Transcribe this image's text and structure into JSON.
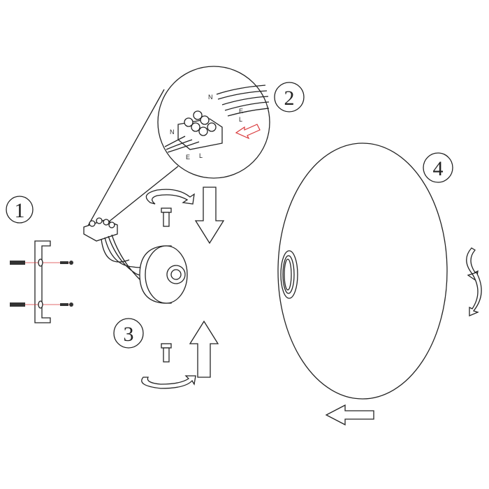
{
  "steps": [
    {
      "number": "1"
    },
    {
      "number": "2"
    },
    {
      "number": "3"
    },
    {
      "number": "4"
    }
  ],
  "wire_labels_inset": {
    "n": "N",
    "e": "E",
    "l": "L"
  },
  "wire_labels_block": {
    "n": "N",
    "e": "E",
    "l": "L"
  },
  "colors": {
    "line": "#222222",
    "highlight_arrow": "#d9383a",
    "screw_line": "#d9383a"
  }
}
